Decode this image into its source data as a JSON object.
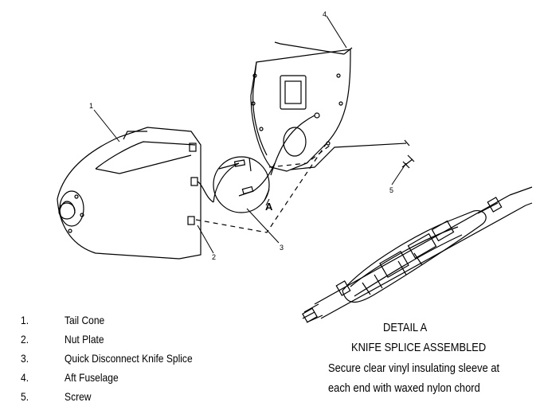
{
  "callouts": {
    "c1": "1",
    "c2": "2",
    "c3": "3",
    "c4": "4",
    "c5": "5",
    "detail_letter": "A"
  },
  "legend": [
    {
      "num": "1.",
      "text": "Tail Cone"
    },
    {
      "num": "2.",
      "text": "Nut Plate"
    },
    {
      "num": "3.",
      "text": "Quick Disconnect Knife Splice"
    },
    {
      "num": "4.",
      "text": "Aft Fuselage"
    },
    {
      "num": "5.",
      "text": "Screw"
    }
  ],
  "detail": {
    "title": "DETAIL A",
    "subtitle": "KNIFE SPLICE ASSEMBLED",
    "note_line1": "Secure clear vinyl insulating sleeve at",
    "note_line2": "each end with waxed nylon chord"
  }
}
